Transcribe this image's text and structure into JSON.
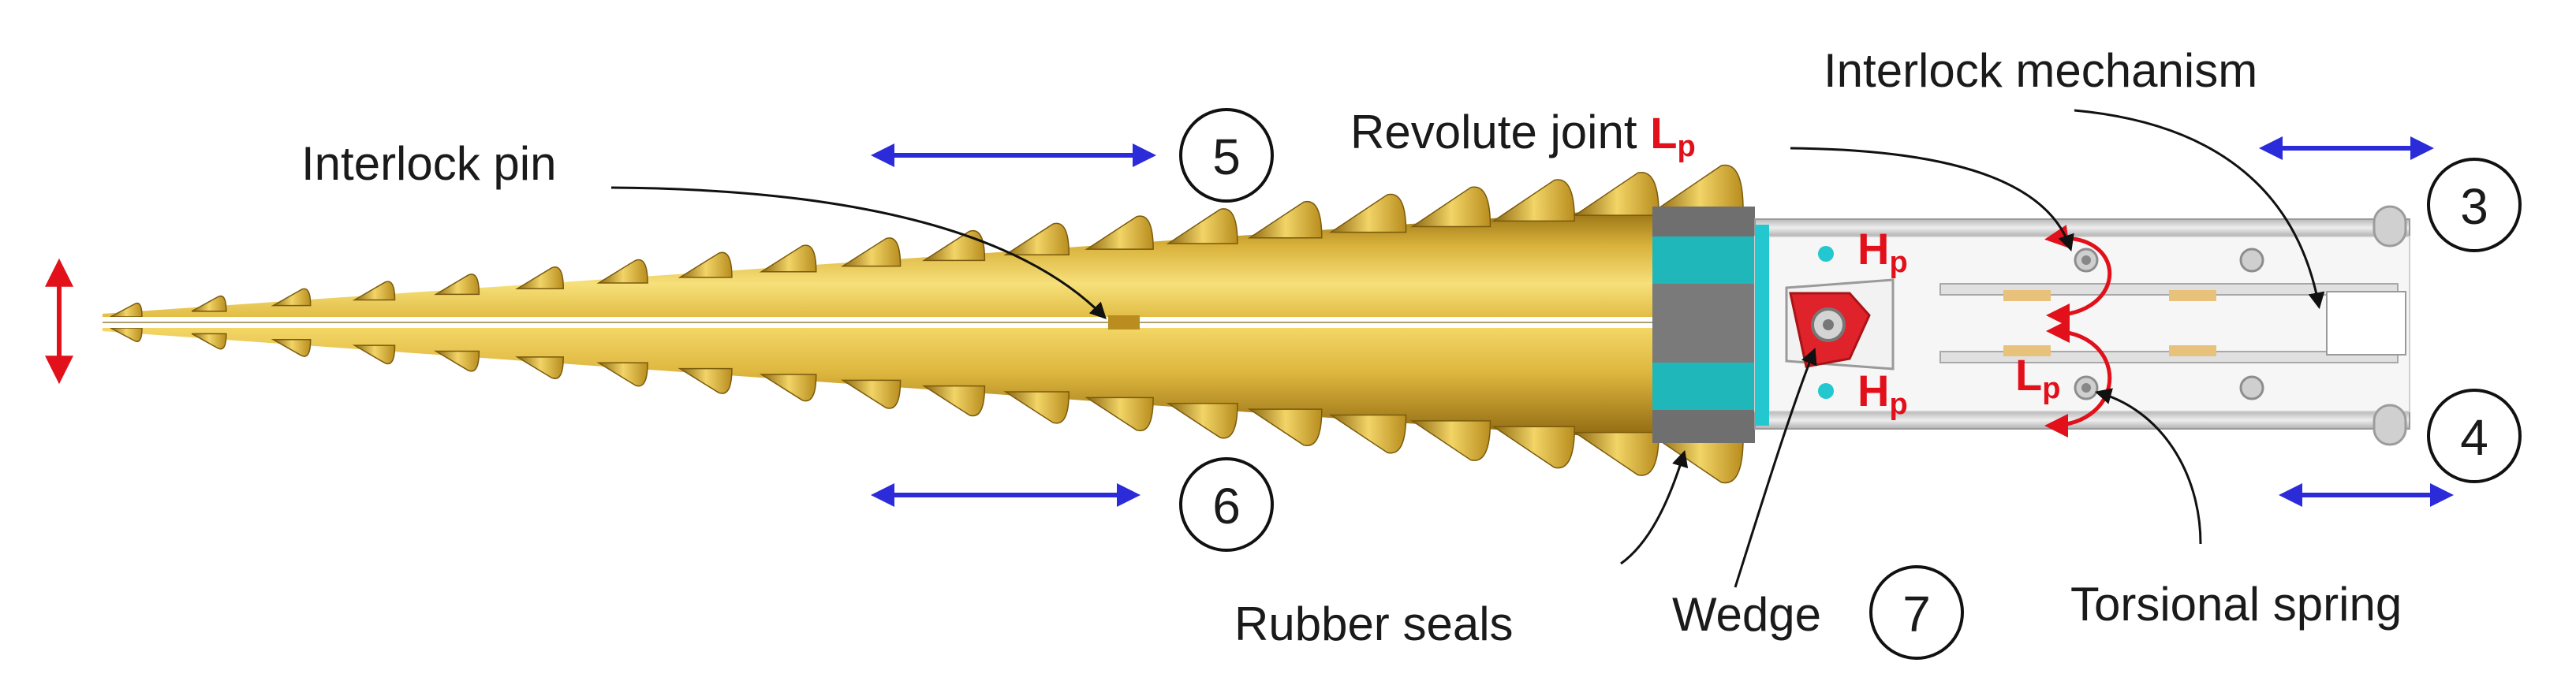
{
  "labels": {
    "interlock_mechanism": "Interlock mechanism",
    "revolute_joint": "Revolute joint ",
    "interlock_pin": "Interlock pin",
    "rubber_seals": "Rubber seals",
    "wedge": "Wedge",
    "torsional_spring": "Torsional spring"
  },
  "symbols": {
    "L": "L",
    "H": "H",
    "p": "p"
  },
  "numbers": [
    "3",
    "4",
    "5",
    "6",
    "7"
  ],
  "colors": {
    "gold": "#d9b23a",
    "gold_dark": "#9c7412",
    "gold_light": "#f5dc6e",
    "cyan": "#22c7cf",
    "seal_gray": "#8a8a8a",
    "housing": "#c9c9c9",
    "wedge_red": "#e0232a",
    "arrow_blue": "#2b2bd9",
    "arrow_red": "#e1101a"
  }
}
